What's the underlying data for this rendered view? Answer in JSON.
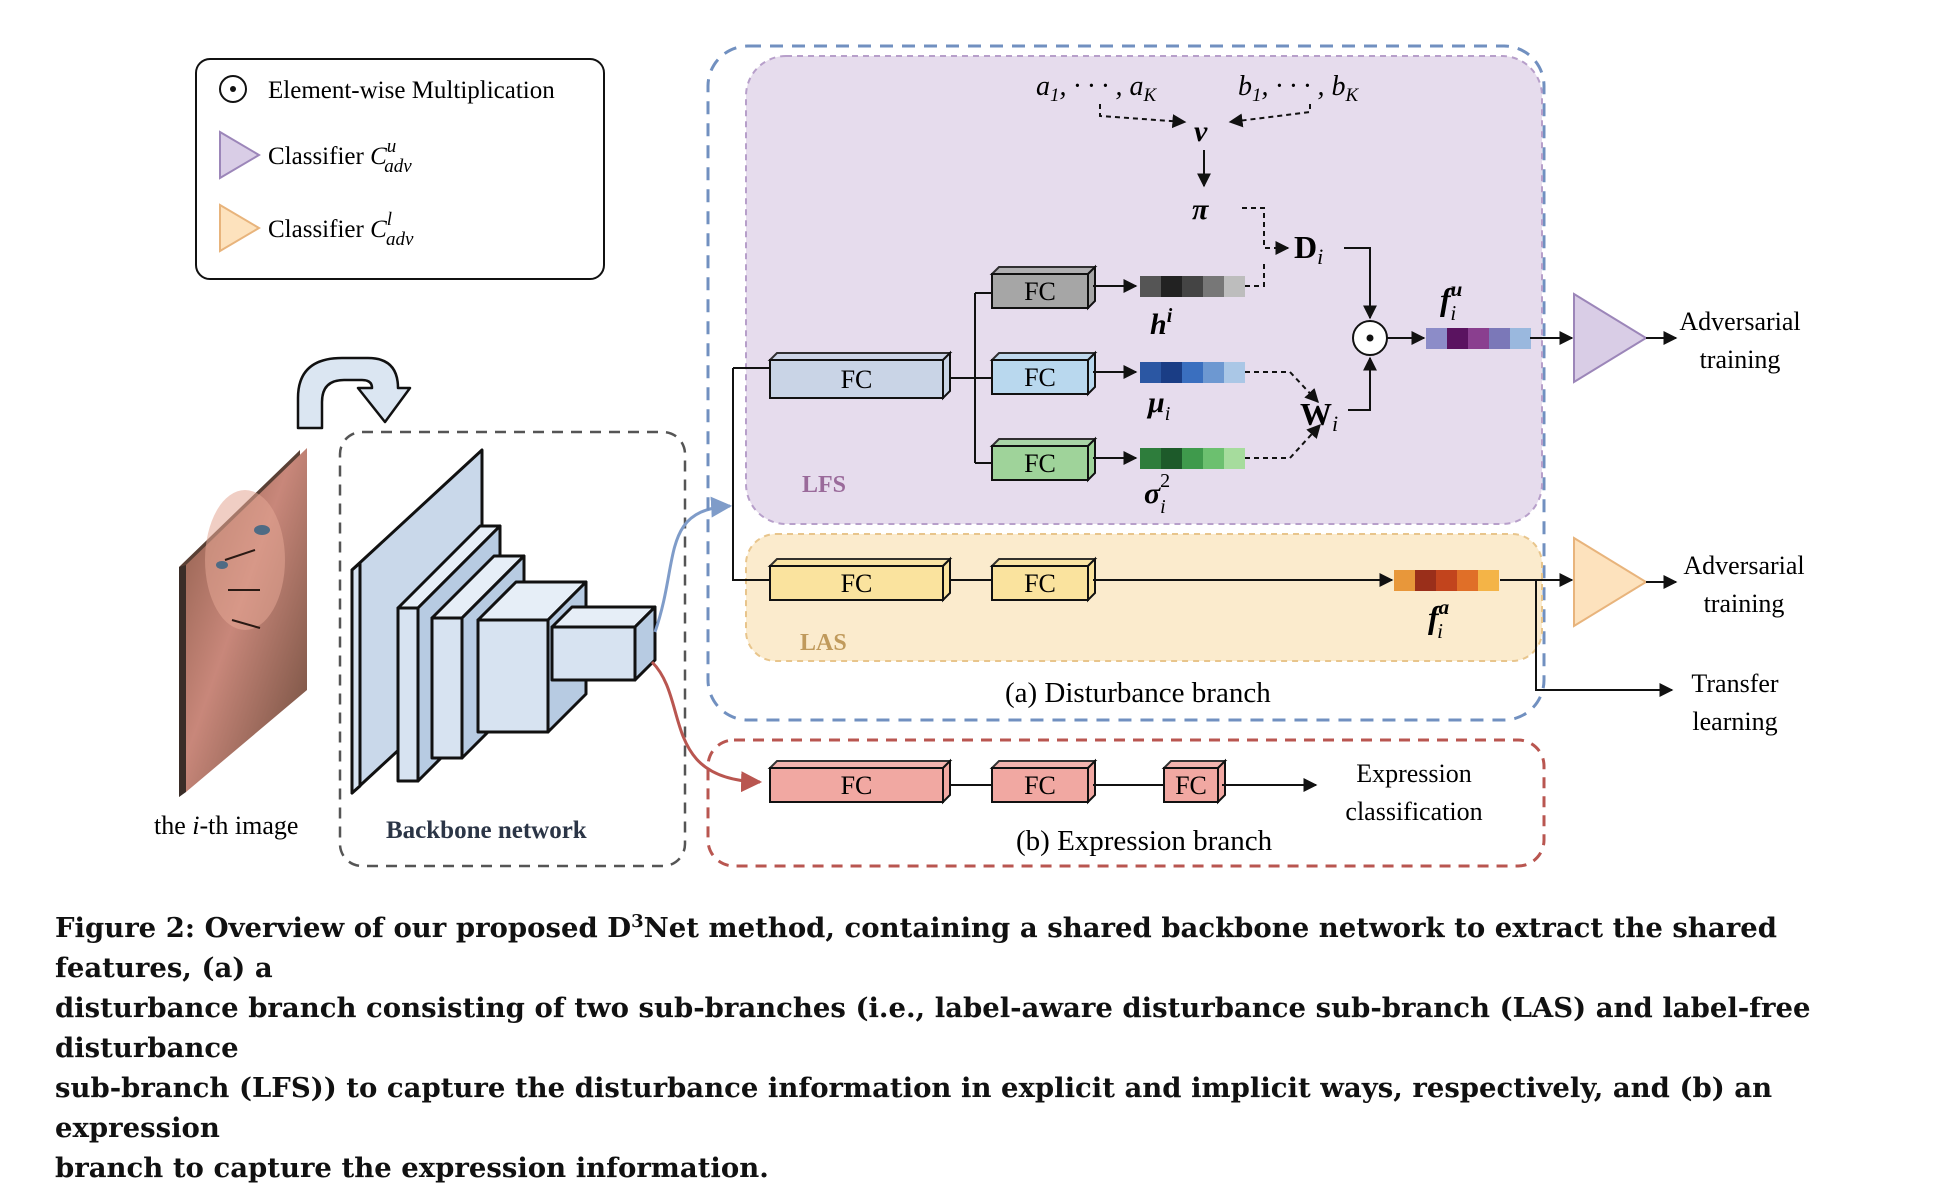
{
  "legend": {
    "item1": "Element-wise Multiplication",
    "item2_prefix": "Classifier ",
    "item2_symbol": "C",
    "item2_sup": "u",
    "item2_sub": "adv",
    "item3_prefix": "Classifier ",
    "item3_symbol": "C",
    "item3_sup": "l",
    "item3_sub": "adv"
  },
  "input": {
    "label_prefix": "the ",
    "label_italic": "i",
    "label_suffix": "-th image"
  },
  "backbone": {
    "label": "Backbone network"
  },
  "disturbance": {
    "title": "(a) Disturbance branch",
    "lfs_label": "LFS",
    "las_label": "LAS",
    "a_seq": "a",
    "a_sub1": "1",
    "a_mid": ", · · · , a",
    "a_subK": "K",
    "b_seq": "b",
    "b_sub1": "1",
    "b_mid": ", · · · , b",
    "b_subK": "K",
    "v": "v",
    "pi": "π",
    "D": "D",
    "D_sub": "i",
    "W": "W",
    "W_sub": "i",
    "h": "h",
    "h_sup": "i",
    "mu": "μ",
    "mu_sub": "i",
    "sigma": "σ",
    "sigma_sup": "2",
    "sigma_sub": "i",
    "fu": "f",
    "fu_sup": "u",
    "fu_sub": "i",
    "fa": "f",
    "fa_sup": "a",
    "fa_sub": "i",
    "fc": "FC"
  },
  "outputs": {
    "adv1_line1": "Adversarial",
    "adv1_line2": "training",
    "adv2_line1": "Adversarial",
    "adv2_line2": "training",
    "transfer_line1": "Transfer",
    "transfer_line2": "learning"
  },
  "expression": {
    "title": "(b) Expression branch",
    "out_line1": "Expression",
    "out_line2": "classification",
    "fc": "FC"
  },
  "caption": {
    "line1_a": "Figure 2: Overview of our proposed D",
    "line1_sup": "3",
    "line1_b": "Net method, containing a shared backbone network to extract the shared features, (a) a",
    "line2": "disturbance branch consisting of two sub-branches (i.e., label-aware disturbance sub-branch (LAS) and label-free disturbance",
    "line3": "sub-branch (LFS)) to capture the disturbance information in explicit and implicit ways, respectively, and (b) an expression",
    "line4": "branch to capture the expression information."
  },
  "colors": {
    "lfs_bg": "#e6dced",
    "las_bg": "#fbebcd",
    "disturbance_border": "#7190c0",
    "expression_border": "#b95650",
    "backbone_fill": "#d7e3f1",
    "fc_gray": "#a6a6a6",
    "fc_blue": "#b9d8ee",
    "fc_green": "#9fd39a",
    "fc_yellow": "#fae39e",
    "fc_red": "#f1a8a2",
    "classifier_purple": "#d9cde6",
    "classifier_orange": "#fde2bd"
  }
}
